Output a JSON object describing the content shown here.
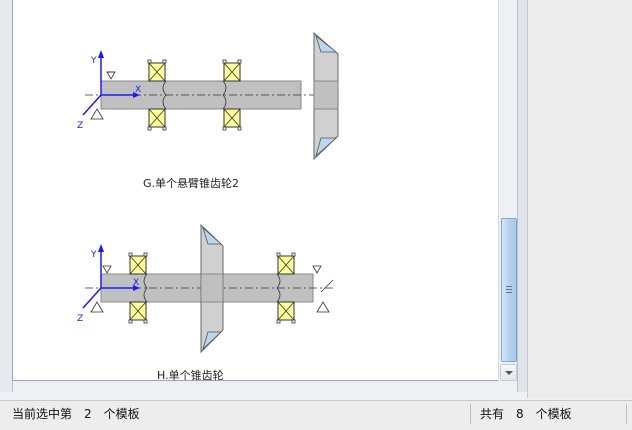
{
  "templates": [
    {
      "caption": "G.单个悬臂锥齿轮2",
      "axis_labels": {
        "x": "X",
        "y": "Y",
        "z": "Z"
      }
    },
    {
      "caption": "H.单个锥齿轮",
      "axis_labels": {
        "x": "X",
        "y": "Y",
        "z": "Z"
      }
    }
  ],
  "status": {
    "selected_text": "当前选中第　2　个模板",
    "total_text": "共有　8　个模板"
  },
  "scrollbar": {
    "position_fraction": 0.74
  },
  "colors": {
    "shaft": "#c0c0c0",
    "bearing": "#ffff99",
    "gear": "#d0d0d0",
    "gear_face": "#b9d7ef",
    "axis": "#1a1aff",
    "thumb": "#b6d2ef"
  }
}
